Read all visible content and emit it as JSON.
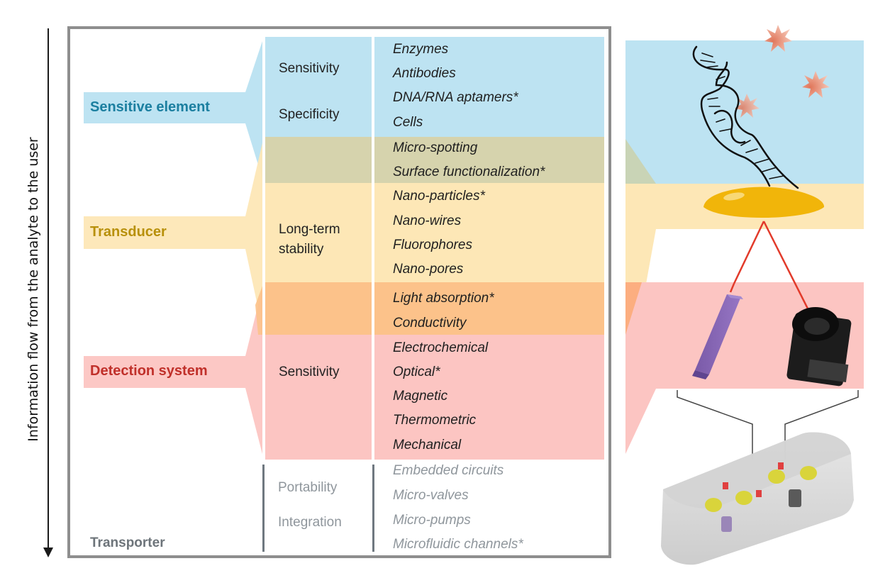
{
  "axis_label": "Information flow from the analyte to the user",
  "colors": {
    "blue": "#bde3f2",
    "olive": "#d6d3ad",
    "yellow": "#fde7b6",
    "orange": "#fcc28a",
    "pink": "#fcc5c2",
    "frame": "#8e8e8e",
    "blue_text": "#1b7fa0",
    "yellow_text": "#b8900b",
    "red_text": "#c0302a",
    "gray_text": "#7d858c"
  },
  "categories": [
    {
      "name": "Sensitive element"
    },
    {
      "name": "Transducer"
    },
    {
      "name": "Detection system"
    },
    {
      "name": "Transporter"
    }
  ],
  "properties": {
    "sensitive": [
      "Sensitivity",
      "Specificity"
    ],
    "transducer": [
      "Long-term",
      "stability"
    ],
    "detection": [
      "Sensitivity"
    ],
    "transporter": [
      "Portability",
      "Integration"
    ]
  },
  "items": {
    "sensitive": [
      "Enzymes",
      "Antibodies",
      "DNA/RNA aptamers*",
      "Cells"
    ],
    "overlap_se_tr": [
      "Micro-spotting",
      "Surface functionalization*"
    ],
    "transducer": [
      "Nano-particles*",
      "Nano-wires",
      "Fluorophores",
      "Nano-pores"
    ],
    "overlap_tr_ds": [
      "Light absorption*",
      "Conductivity"
    ],
    "detection": [
      "Electrochemical",
      "Optical*",
      "Magnetic",
      "Thermometric",
      "Mechanical"
    ],
    "transporter": [
      "Embedded circuits",
      "Micro-valves",
      "Micro-pumps",
      "Microfluidic channels*"
    ]
  },
  "illustrations": {
    "top": "dna-aptamer-on-nanoparticle",
    "middle": "light-source-and-camera",
    "bottom": "microfluidic-chip"
  }
}
